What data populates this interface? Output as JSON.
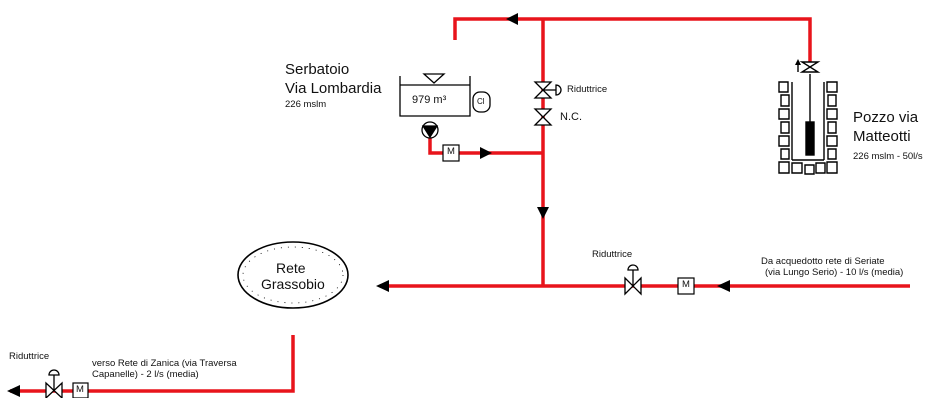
{
  "tank": {
    "name_line1": "Serbatoio",
    "name_line2": "Via Lombardia",
    "elevation": "226 mslm",
    "volume": "979 m³",
    "chlorine_tag": "Cl"
  },
  "valve_top": {
    "reducer_label": "Riduttrice",
    "nc_label": "N.C."
  },
  "well": {
    "name_line1": "Pozzo via",
    "name_line2": "Matteotti",
    "detail": "226 mslm - 50l/s"
  },
  "network": {
    "line1": "Rete",
    "line2": "Grassobio"
  },
  "seriate": {
    "line1": "Da acquedotto rete di Seriate",
    "line2": "(via Lungo Serio) - 10 l/s (media)",
    "reducer_label": "Riduttrice"
  },
  "zanica": {
    "line1": "verso Rete di Zanica (via Traversa",
    "line2": "Capanelle) - 2 l/s (media)",
    "reducer_label": "Riduttrice"
  },
  "meter_symbol": "M",
  "colors": {
    "pipe": "#e8141b",
    "symbol": "#000000"
  }
}
